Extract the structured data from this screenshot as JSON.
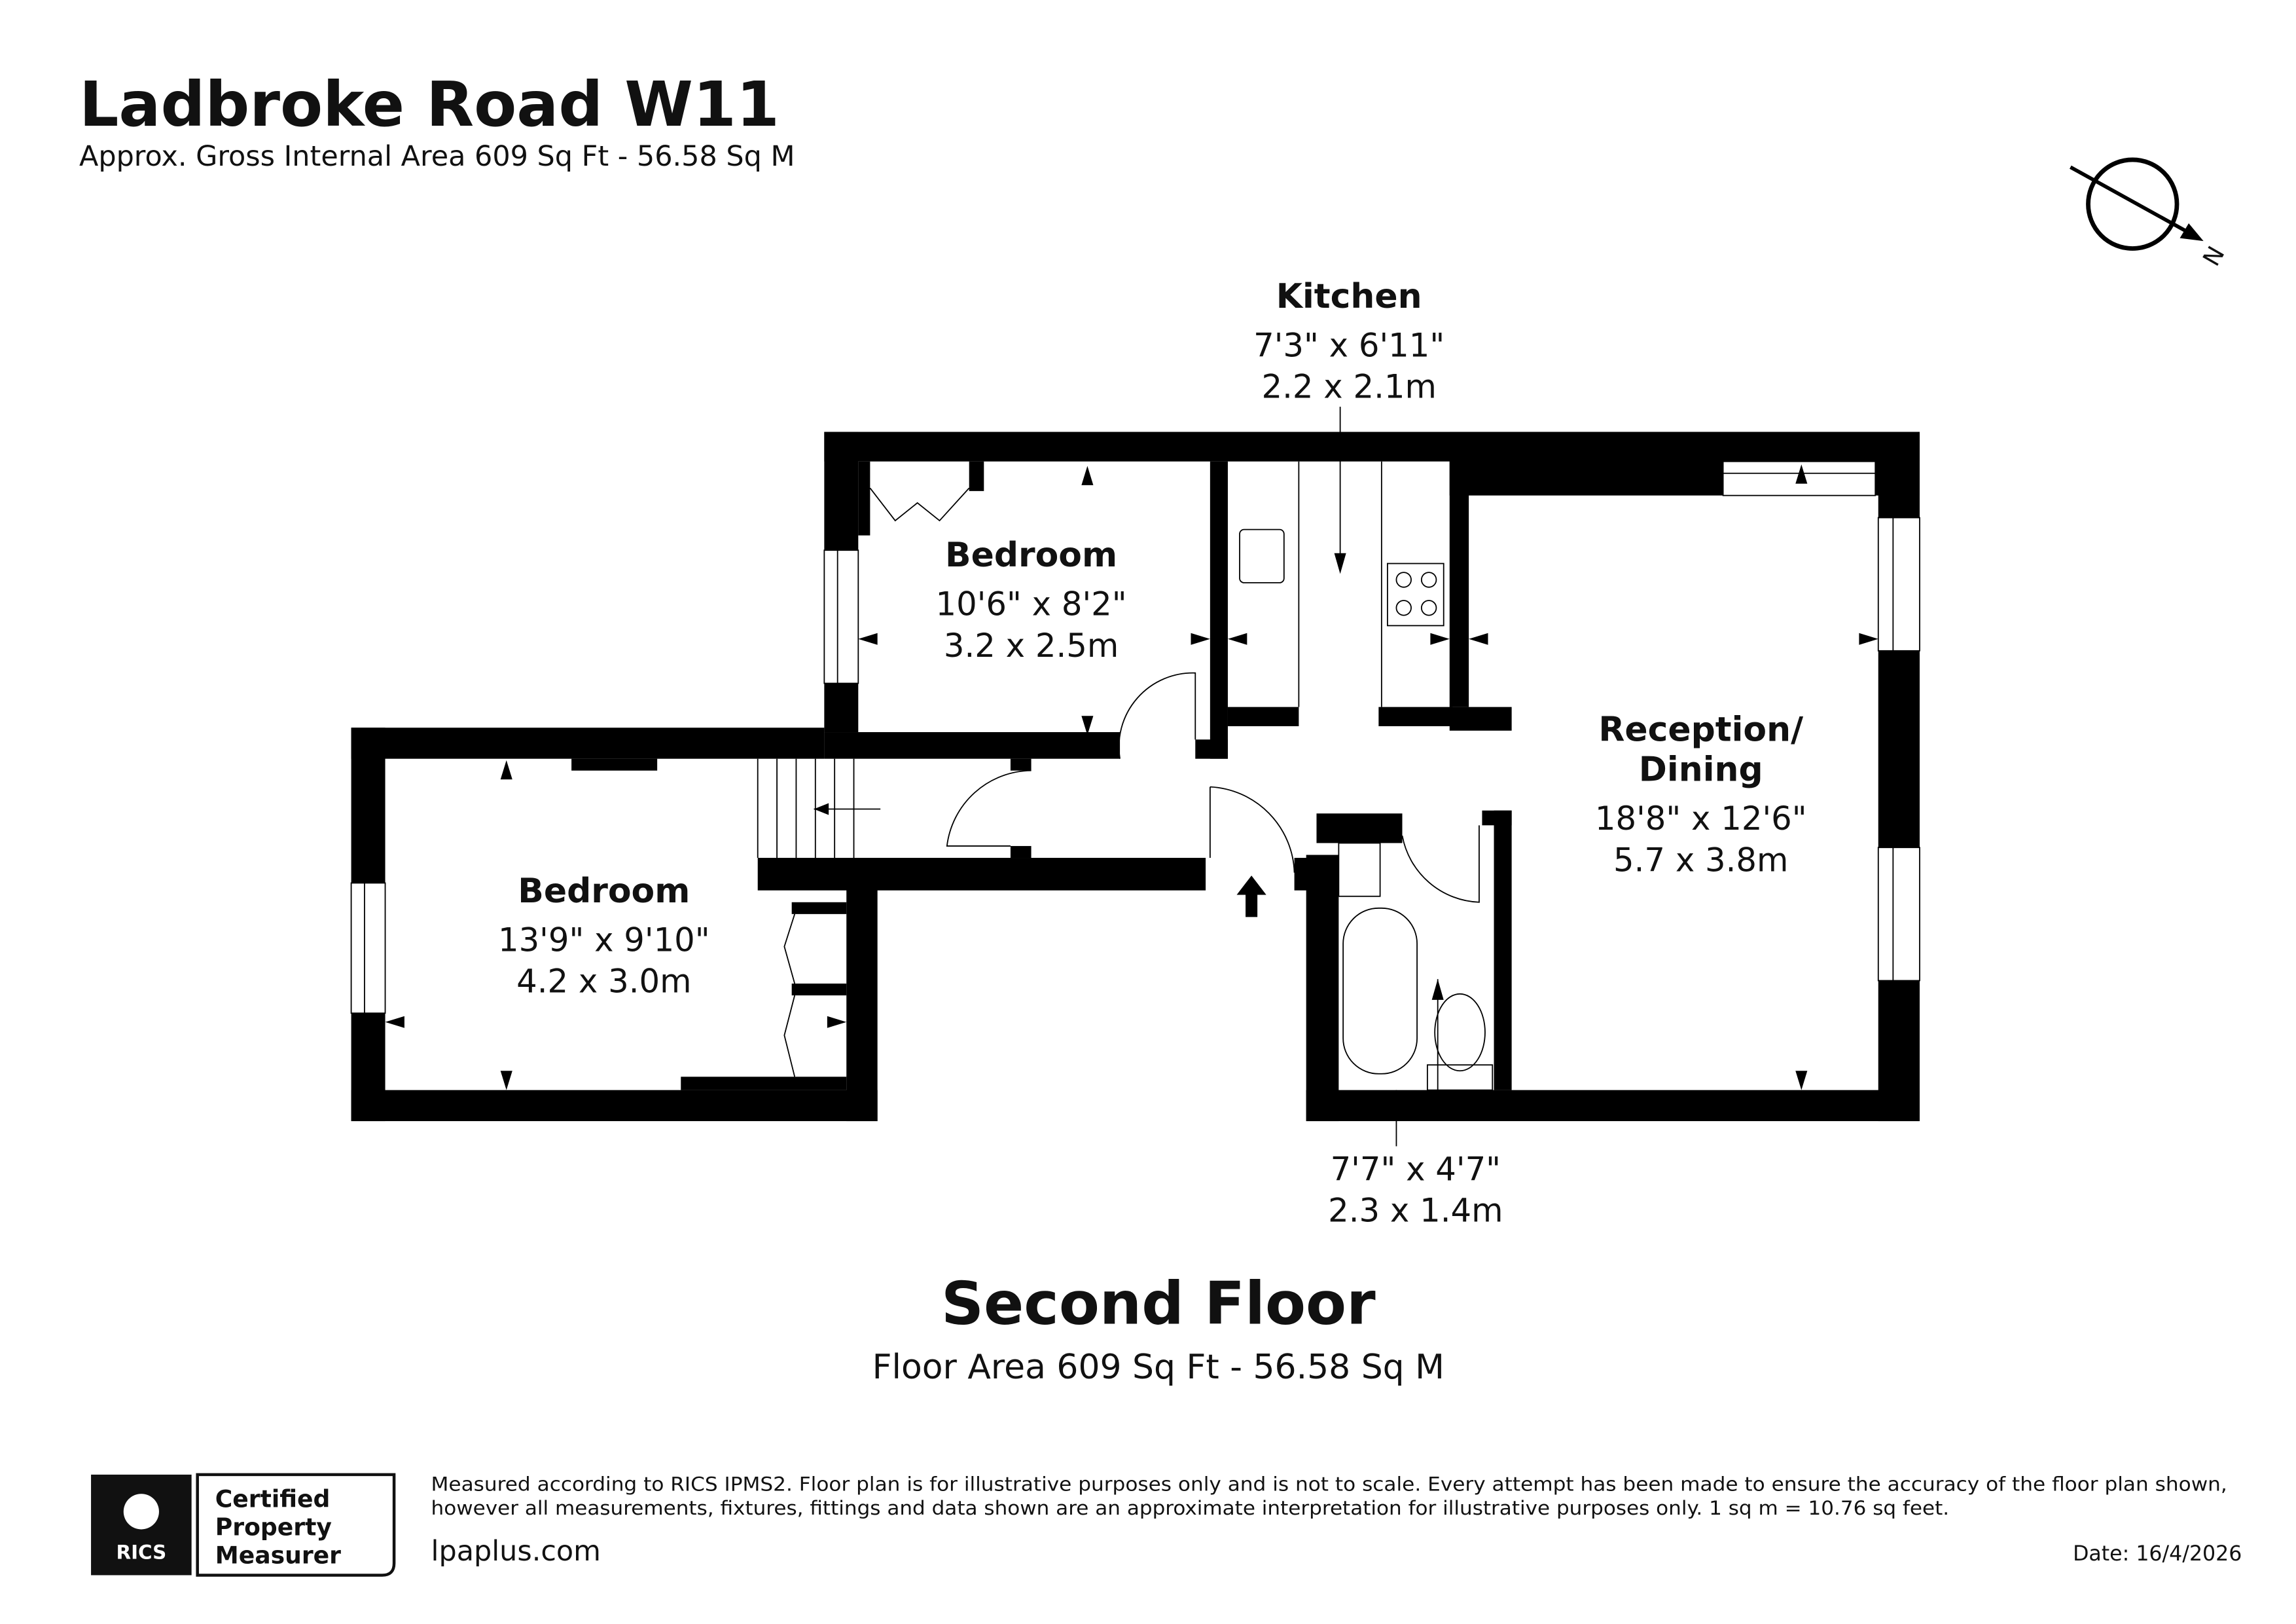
{
  "header": {
    "title": "Ladbroke Road W11",
    "subtitle": "Approx. Gross Internal Area 609 Sq Ft - 56.58 Sq M"
  },
  "compass": {
    "label": "N",
    "icon": "north-arrow-icon"
  },
  "rooms": {
    "kitchen": {
      "name": "Kitchen",
      "imperial": "7'3\" x 6'11\"",
      "metric": "2.2 x 2.1m"
    },
    "bedroom_upper": {
      "name": "Bedroom",
      "imperial": "10'6\" x 8'2\"",
      "metric": "3.2 x 2.5m"
    },
    "bedroom_lower": {
      "name": "Bedroom",
      "imperial": "13'9\" x 9'10\"",
      "metric": "4.2 x 3.0m"
    },
    "reception": {
      "name_line1": "Reception/",
      "name_line2": "Dining",
      "imperial": "18'8\" x 12'6\"",
      "metric": "5.7 x 3.8m"
    },
    "bathroom": {
      "imperial": "7'7\" x 4'7\"",
      "metric": "2.3 x 1.4m"
    }
  },
  "floor": {
    "name": "Second Floor",
    "area": "Floor Area 609 Sq Ft - 56.58 Sq M"
  },
  "footer": {
    "badge_org": "RICS",
    "badge_line1": "Certified",
    "badge_line2": "Property",
    "badge_line3": "Measurer",
    "disclaimer_line1": "Measured according to RICS IPMS2. Floor plan is for illustrative purposes only and is not to scale. Every attempt has been made to ensure the accuracy of the floor plan shown,",
    "disclaimer_line2": "however all measurements, fixtures, fittings and data shown are an approximate interpretation for illustrative purposes only. 1 sq m = 10.76 sq feet.",
    "website": "lpaplus.com",
    "date": "Date: 16/4/2026"
  }
}
